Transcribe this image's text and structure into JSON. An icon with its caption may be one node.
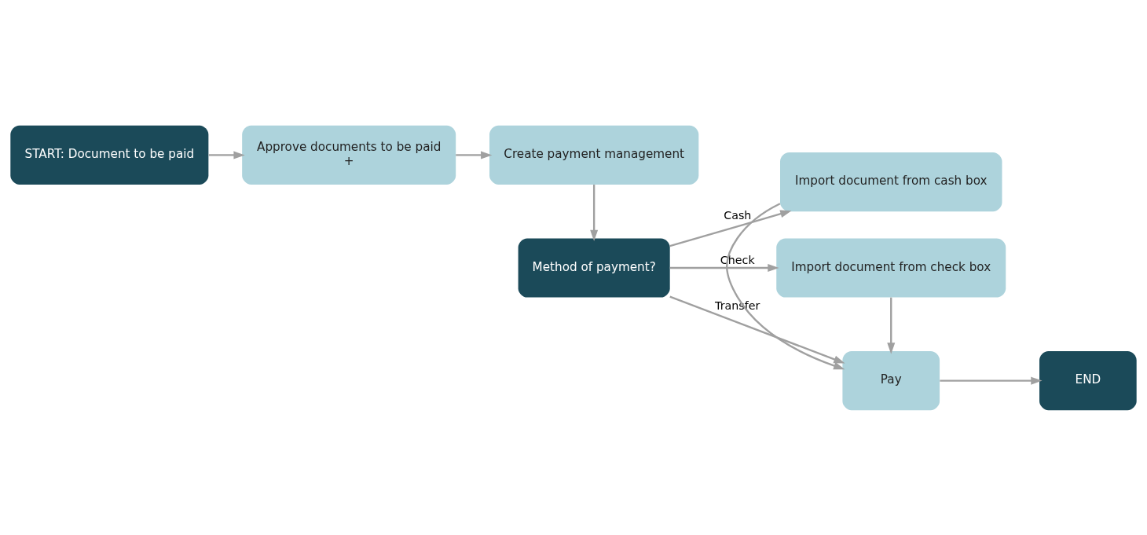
{
  "diagram": {
    "nodes": [
      {
        "text": [
          "START: Document to be paid"
        ]
      },
      {
        "text": [
          "Approve documents to be paid",
          "+"
        ]
      },
      {
        "text": [
          "Create payment management"
        ]
      },
      {
        "text": [
          "Method of payment?"
        ]
      },
      {
        "text": [
          "Import document from cash box"
        ]
      },
      {
        "text": [
          "Pay"
        ]
      },
      {
        "text": [
          "END"
        ]
      },
      {
        "text": [
          "Import document from check box"
        ]
      }
    ],
    "edges": [
      {
        "from": 0,
        "to": 1,
        "arrow": "to"
      },
      {
        "from": 1,
        "to": 2,
        "arrow": "to"
      },
      {
        "from": 2,
        "to": 3,
        "arrow": "to"
      },
      {
        "from": 3,
        "to": 4,
        "arrow": "to",
        "label": "Cash"
      },
      {
        "from": 3,
        "to": 5,
        "arrow": "to",
        "label": "Transfer"
      },
      {
        "from": 3,
        "to": 7,
        "arrow": "to",
        "label": "Check"
      },
      {
        "from": 4,
        "to": 5,
        "arrow": "to"
      },
      {
        "from": 7,
        "to": 5,
        "arrow": "to"
      },
      {
        "from": 5,
        "to": 6,
        "arrow": "to"
      }
    ]
  }
}
